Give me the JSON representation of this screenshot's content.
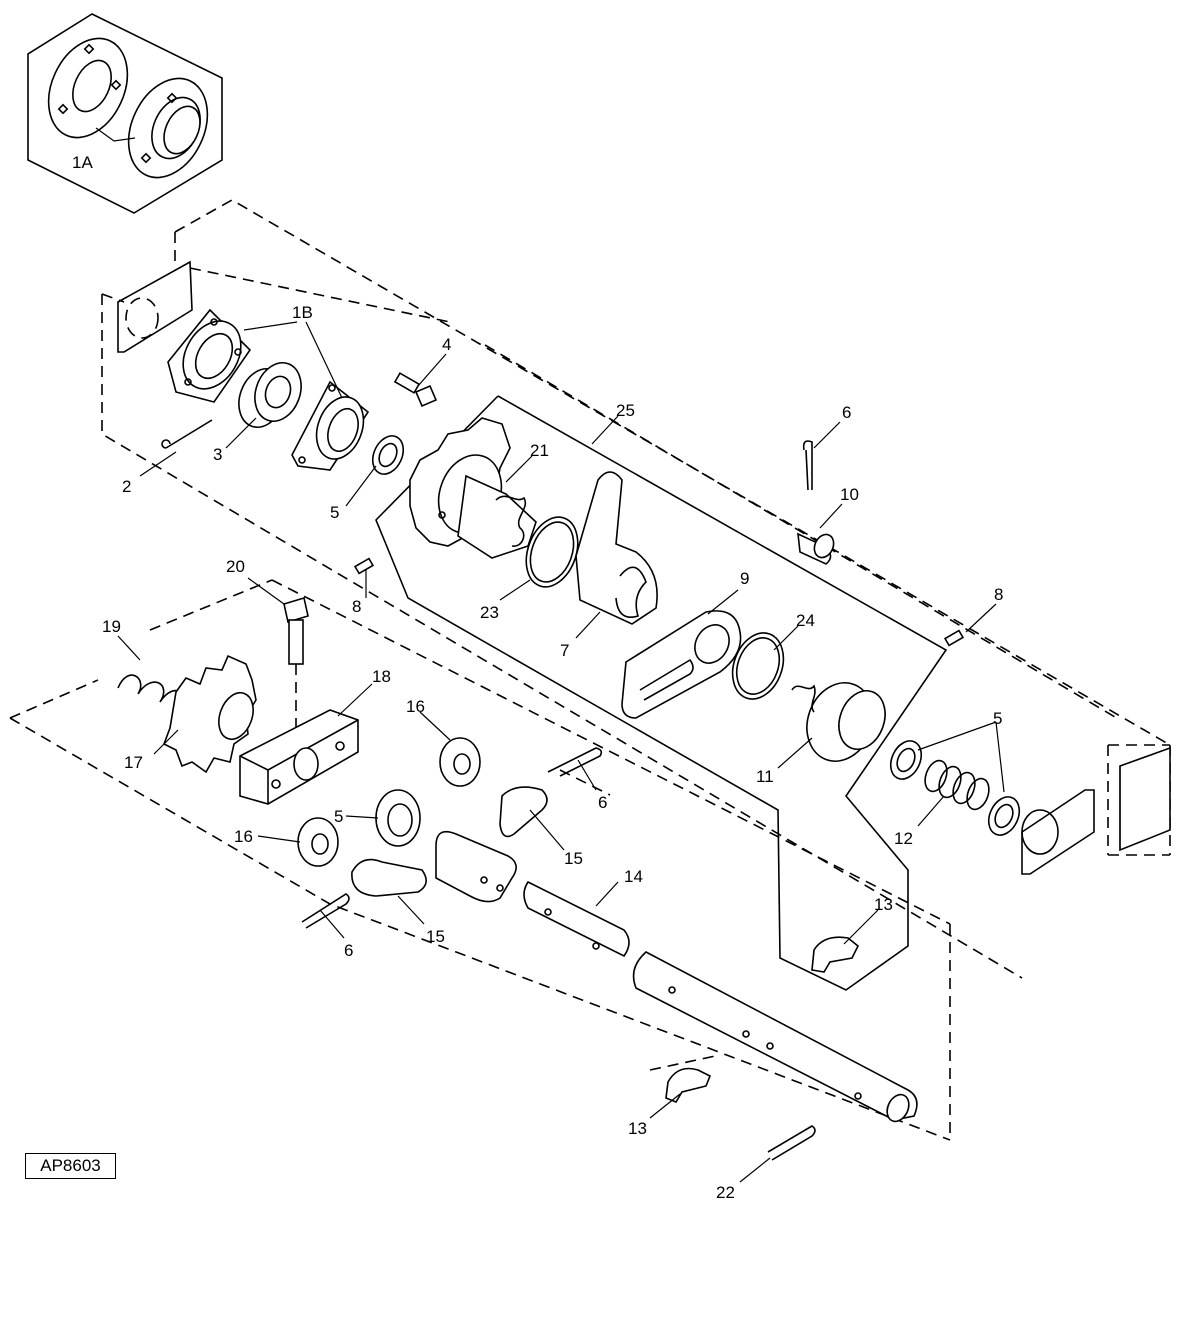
{
  "figure_ref": "AP8603",
  "callouts": {
    "c1A": "1A",
    "c1B": "1B",
    "c2": "2",
    "c3": "3",
    "c4": "4",
    "c5a": "5",
    "c5b": "5",
    "c5c": "5",
    "c6a": "6",
    "c6b": "6",
    "c6c": "6",
    "c7": "7",
    "c8a": "8",
    "c8b": "8",
    "c9": "9",
    "c10": "10",
    "c11": "11",
    "c12": "12",
    "c13a": "13",
    "c13b": "13",
    "c14": "14",
    "c15a": "15",
    "c15b": "15",
    "c16a": "16",
    "c16b": "16",
    "c17": "17",
    "c18": "18",
    "c19": "19",
    "c20": "20",
    "c21": "21",
    "c22": "22",
    "c23": "23",
    "c24": "24",
    "c25": "25"
  }
}
